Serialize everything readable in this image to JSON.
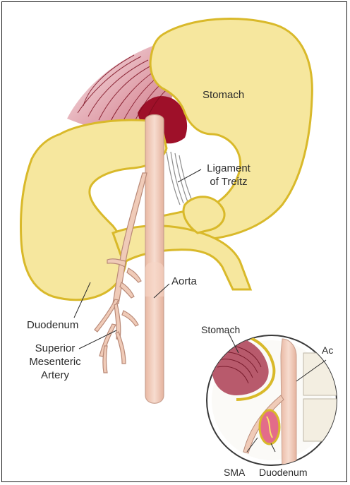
{
  "diagram": {
    "labels": {
      "stomach": "Stomach",
      "ligament_line1": "Ligament",
      "ligament_line2": "of Treitz",
      "aorta": "Aorta",
      "duodenum": "Duodenum",
      "sma_line1": "Superior",
      "sma_line2": "Mesenteric",
      "sma_line3": "Artery"
    },
    "inset": {
      "stomach": "Stomach",
      "aorta_partial": "Ac",
      "sma": "SMA",
      "duodenum": "Duodenum"
    },
    "colors": {
      "organ_fill": "#f6e79e",
      "organ_outline": "#d9b92a",
      "vessel_fill": "#f0cbb8",
      "vessel_outline": "#b98a78",
      "mesentery": "#a3122d"
    }
  }
}
